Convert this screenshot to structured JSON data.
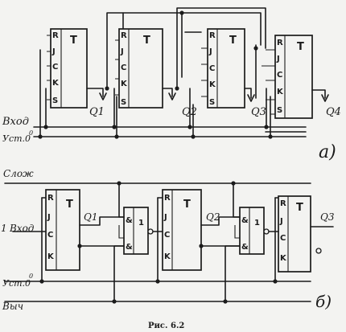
{
  "circuit_a": {
    "ff": [
      {
        "type": "T",
        "pins": [
          "R",
          "J",
          "C",
          "K",
          "S"
        ]
      },
      {
        "type": "T",
        "pins": [
          "R",
          "J",
          "C",
          "K",
          "S"
        ]
      },
      {
        "type": "T",
        "pins": [
          "R",
          "J",
          "C",
          "K",
          "S"
        ]
      },
      {
        "type": "T",
        "pins": [
          "R",
          "J",
          "C",
          "K",
          "S"
        ]
      }
    ],
    "outputs": [
      "Q1",
      "Q2",
      "Q3",
      "Q4"
    ],
    "input_label": "Вход",
    "reset_label": "Уст.0",
    "reset_sup": "0",
    "panel_label": "а)"
  },
  "circuit_b": {
    "ff": [
      {
        "type": "T",
        "pins": [
          "R",
          "J",
          "C",
          "K"
        ]
      },
      {
        "type": "T",
        "pins": [
          "R",
          "J",
          "C",
          "K"
        ]
      },
      {
        "type": "T",
        "pins": [
          "R",
          "J",
          "C",
          "K"
        ]
      }
    ],
    "gates": [
      {
        "symbol": "1",
        "pins": [
          "&",
          "&"
        ]
      },
      {
        "symbol": "1",
        "pins": [
          "&",
          "&"
        ]
      }
    ],
    "outputs": [
      "Q1",
      "Q2",
      "Q3"
    ],
    "add_label": "Слож",
    "input_label": "Вход",
    "input_prefix": "1",
    "reset_label": "Уст.0",
    "reset_sup": "0",
    "sub_label": "Выч",
    "panel_label": "б)"
  },
  "caption": "Рис. 6.2"
}
